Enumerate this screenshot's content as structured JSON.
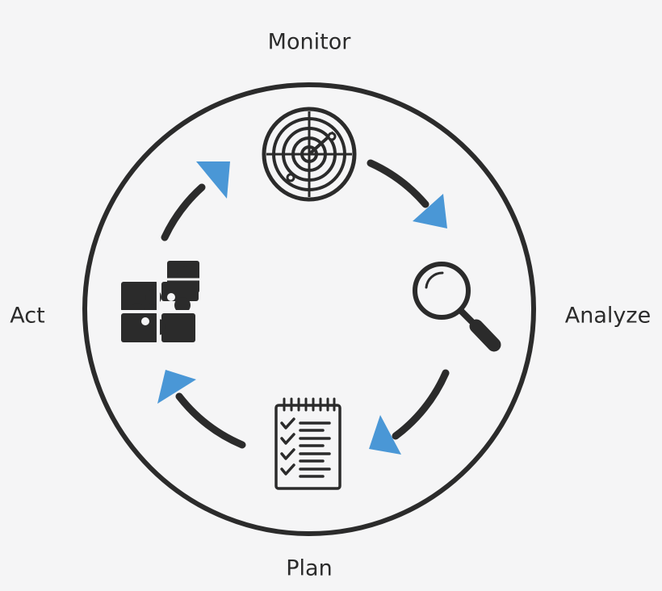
{
  "stages": {
    "monitor": "Monitor",
    "analyze": "Analyze",
    "plan": "Plan",
    "act": "Act"
  },
  "colors": {
    "background": "#f5f5f6",
    "ink": "#2b2b2b",
    "arrow": "#4a97d6"
  },
  "icons": {
    "monitor": "radar-icon",
    "analyze": "magnifier-icon",
    "plan": "checklist-icon",
    "act": "puzzle-icon"
  }
}
